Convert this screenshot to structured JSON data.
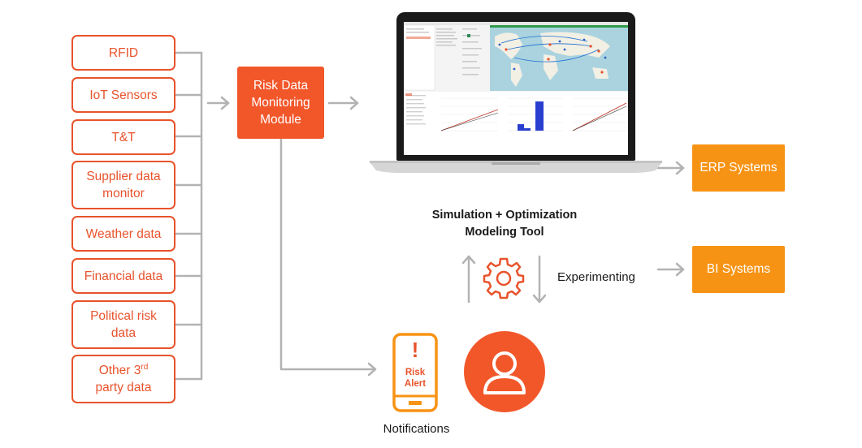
{
  "sources": [
    {
      "line1": "RFID",
      "line2": ""
    },
    {
      "line1": "IoT Sensors",
      "line2": ""
    },
    {
      "line1": "T&T",
      "line2": ""
    },
    {
      "line1": "Supplier data",
      "line2": "monitor"
    },
    {
      "line1": "Weather data",
      "line2": ""
    },
    {
      "line1": "Financial data",
      "line2": ""
    },
    {
      "line1": "Political risk",
      "line2": "data"
    },
    {
      "line1": "Other 3",
      "sup": "rd",
      "line2": "party data"
    }
  ],
  "module": {
    "line1": "Risk Data",
    "line2": "Monitoring",
    "line3": "Module"
  },
  "tool": {
    "line1": "Simulation + Optimization",
    "line2": "Modeling Tool"
  },
  "experimenting_label": "Experimenting",
  "outputs": {
    "erp": "ERP Systems",
    "bi": "BI Systems"
  },
  "alert": {
    "line1": "Risk",
    "line2": "Alert",
    "mark": "!"
  },
  "notifications_label": "Notifications",
  "colors": {
    "source_border": "#e8532c",
    "module_fill": "#f2572a",
    "output_fill": "#f79314",
    "connector": "#b3b3b3"
  },
  "icons": [
    "gear-icon",
    "up-arrow-icon",
    "down-arrow-icon",
    "phone-alert-icon",
    "user-icon",
    "laptop-icon",
    "world-map-icon"
  ]
}
